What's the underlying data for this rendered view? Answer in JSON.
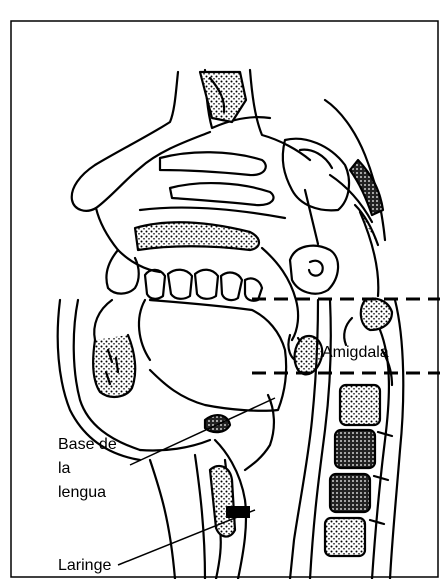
{
  "labels": {
    "amigdala": "Amigdala",
    "base_de_la_lengua": [
      "Base de",
      "la",
      "lengua"
    ],
    "laringe": "Laringe"
  },
  "colors": {
    "ink": "#000000",
    "paper": "#ffffff",
    "hatch": "#8a8a8a"
  }
}
